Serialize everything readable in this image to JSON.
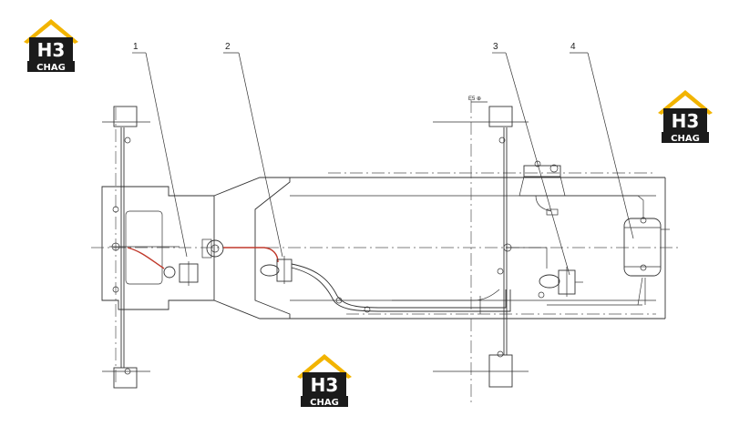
{
  "logo": {
    "mark_text": "H3",
    "sub_text": "CHAG",
    "colors": {
      "roof": "#f2b400",
      "dark": "#1b1b1b",
      "light": "#ffffff"
    }
  },
  "callouts": [
    "1",
    "2",
    "3",
    "4"
  ],
  "labels": {
    "top_marker": "E5 ⊕"
  },
  "colors": {
    "line": "#333333",
    "highlight": "#c0392b"
  }
}
